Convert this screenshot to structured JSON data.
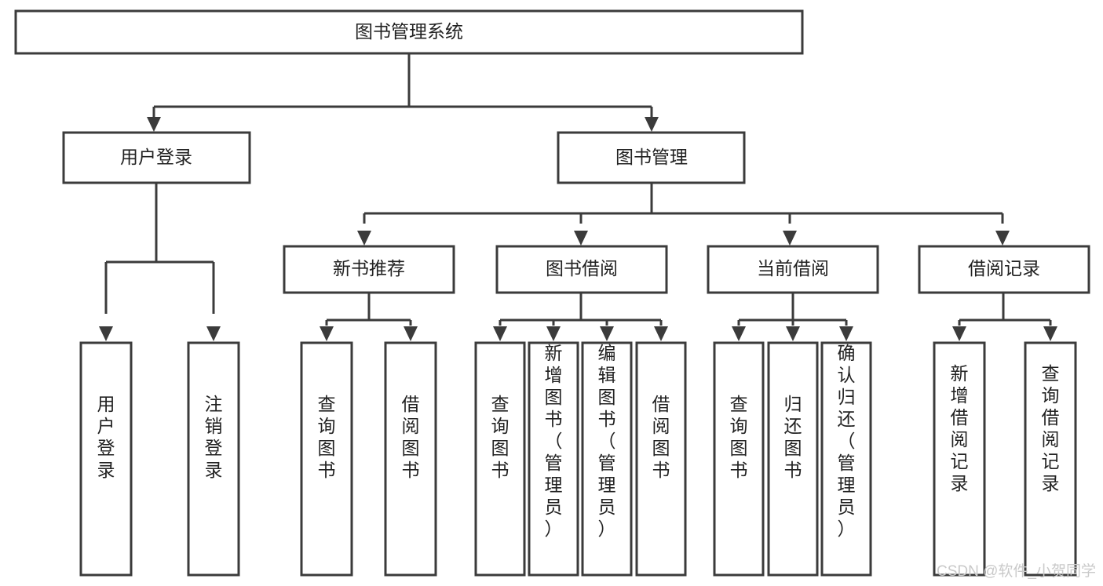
{
  "diagram": {
    "title": "图书管理系统",
    "type": "hierarchy-tree",
    "root": {
      "id": "root",
      "label": "图书管理系统"
    },
    "level2": [
      {
        "id": "user-login",
        "label": "用户登录"
      },
      {
        "id": "book-manage",
        "label": "图书管理"
      }
    ],
    "level3": [
      {
        "id": "new-book-rec",
        "label": "新书推荐",
        "parent": "book-manage"
      },
      {
        "id": "book-borrow",
        "label": "图书借阅",
        "parent": "book-manage"
      },
      {
        "id": "current-borrow",
        "label": "当前借阅",
        "parent": "book-manage"
      },
      {
        "id": "borrow-record",
        "label": "借阅记录",
        "parent": "book-manage"
      }
    ],
    "leaves": {
      "user-login": [
        {
          "id": "leaf-user-login",
          "label": "用户登录"
        },
        {
          "id": "leaf-user-logout",
          "label": "注销登录"
        }
      ],
      "new-book-rec": [
        {
          "id": "leaf-query-book-1",
          "label": "查询图书"
        },
        {
          "id": "leaf-borrow-book-1",
          "label": "借阅图书"
        }
      ],
      "book-borrow": [
        {
          "id": "leaf-query-book-2",
          "label": "查询图书"
        },
        {
          "id": "leaf-add-book",
          "label": "新增图书（管理员）"
        },
        {
          "id": "leaf-edit-book",
          "label": "编辑图书（管理员）"
        },
        {
          "id": "leaf-borrow-book-2",
          "label": "借阅图书"
        }
      ],
      "current-borrow": [
        {
          "id": "leaf-query-book-3",
          "label": "查询图书"
        },
        {
          "id": "leaf-return-book",
          "label": "归还图书"
        },
        {
          "id": "leaf-confirm-return",
          "label": "确认归还（管理员）"
        }
      ],
      "borrow-record": [
        {
          "id": "leaf-add-record",
          "label": "新增借阅记录"
        },
        {
          "id": "leaf-query-record",
          "label": "查询借阅记录"
        }
      ]
    },
    "colors": {
      "stroke": "#3b3b3b",
      "fill": "#ffffff",
      "text": "#222222",
      "watermark": "#c9c9c9"
    }
  },
  "watermark": {
    "text": "CSDN @软件_小贺同学"
  }
}
